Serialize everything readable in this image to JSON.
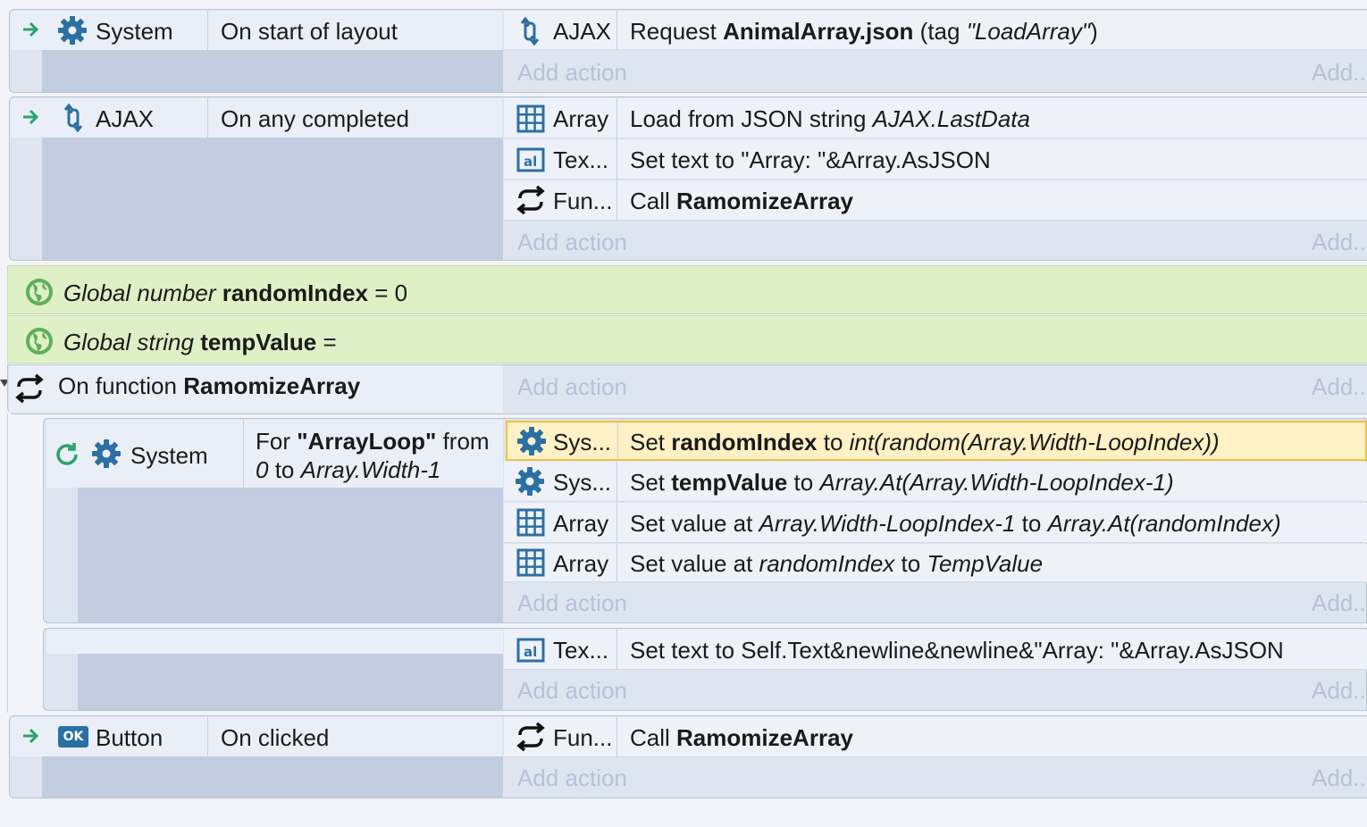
{
  "events": [
    {
      "object": "System",
      "condition": "On start of layout",
      "actions": [
        {
          "object": "AJAX",
          "parts": [
            [
              "Request ",
              ""
            ],
            [
              "AnimalArray.json",
              "b"
            ],
            [
              " (tag ",
              ""
            ],
            [
              "\"LoadArray\"",
              "i"
            ],
            [
              ")",
              ""
            ]
          ]
        }
      ]
    },
    {
      "object": "AJAX",
      "condition": "On any completed",
      "actions": [
        {
          "object": "Array",
          "parts": [
            [
              "Load from JSON string ",
              ""
            ],
            [
              "AJAX.LastData",
              "i"
            ]
          ]
        },
        {
          "object": "Tex...",
          "parts": [
            [
              "Set text to \"Array: \"&Array.AsJSON",
              ""
            ]
          ]
        },
        {
          "object": "Fun...",
          "parts": [
            [
              "Call ",
              ""
            ],
            [
              "RamomizeArray",
              "b"
            ]
          ]
        }
      ]
    }
  ],
  "globals": [
    {
      "prefix": "Global number ",
      "name": "randomIndex",
      "suffix": " = 0"
    },
    {
      "prefix": "Global string ",
      "name": "tempValue",
      "suffix": " ="
    }
  ],
  "function_event": {
    "label": "On function ",
    "name": "RamomizeArray"
  },
  "loop_event": {
    "object": "System",
    "condition_parts": [
      [
        "For ",
        ""
      ],
      [
        "\"ArrayLoop\"",
        "b"
      ],
      [
        " from",
        ""
      ]
    ],
    "condition_line2_parts": [
      [
        "0",
        "i"
      ],
      [
        " to ",
        ""
      ],
      [
        "Array.Width-1",
        "i"
      ]
    ],
    "actions": [
      {
        "object": "Sys...",
        "selected": true,
        "parts": [
          [
            "Set ",
            ""
          ],
          [
            "randomIndex",
            "b"
          ],
          [
            " to ",
            ""
          ],
          [
            "int(random(Array.Width-LoopIndex))",
            "i"
          ]
        ]
      },
      {
        "object": "Sys...",
        "parts": [
          [
            "Set ",
            ""
          ],
          [
            "tempValue",
            "b"
          ],
          [
            " to ",
            ""
          ],
          [
            "Array.At(Array.Width-LoopIndex-1)",
            "i"
          ]
        ]
      },
      {
        "object": "Array",
        "parts": [
          [
            "Set value at ",
            ""
          ],
          [
            "Array.Width-LoopIndex-1",
            "i"
          ],
          [
            " to ",
            ""
          ],
          [
            "Array.At(randomIndex)",
            "i"
          ]
        ]
      },
      {
        "object": "Array",
        "parts": [
          [
            "Set value at ",
            ""
          ],
          [
            "randomIndex",
            "i"
          ],
          [
            " to ",
            ""
          ],
          [
            "TempValue",
            "i"
          ]
        ]
      }
    ]
  },
  "sub_event": {
    "actions": [
      {
        "object": "Tex...",
        "parts": [
          [
            "Set text to Self.Text&newline&newline&\"Array: \"&Array.AsJSON",
            ""
          ]
        ]
      }
    ]
  },
  "button_event": {
    "object": "Button",
    "condition": "On clicked",
    "actions": [
      {
        "object": "Fun...",
        "parts": [
          [
            "Call ",
            ""
          ],
          [
            "RamomizeArray",
            "b"
          ]
        ]
      }
    ]
  },
  "labels": {
    "add_action": "Add action",
    "add_short": "Add..",
    "ok_badge": "OK"
  },
  "colors": {
    "accent_blue": "#2c6fa3",
    "green_arrow": "#2aa36a",
    "global_bg": "#dff0c6",
    "selection": "#fdf1c5"
  }
}
